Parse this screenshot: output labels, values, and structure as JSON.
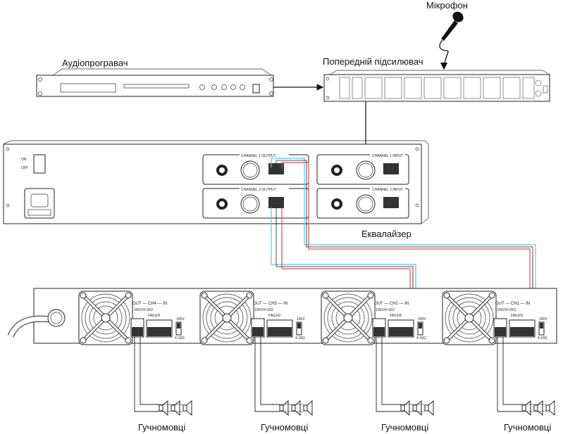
{
  "labels": {
    "microphone": "Мікрофон",
    "audio_player": "Аудіопрогравач",
    "preamplifier": "Попередній підсилювач",
    "equalizer": "Еквалайзер",
    "speakers": [
      "Гучномовці",
      "Гучномовці",
      "Гучномовці",
      "Гучномовці"
    ]
  },
  "equalizer_panel": {
    "on": "ON",
    "off": "OFF",
    "ch1_output": "CHANNEL 1 OUTPUT",
    "ch2_output": "CHANNEL 2 OUTPUT",
    "ch1_input": "CHANNEL 1 INPUT",
    "ch2_input": "CHANNEL 2 INPUT"
  },
  "amplifier_channels": [
    {
      "title": "OUT — CH4 — IN",
      "rating": "100V/4-16Ω",
      "failed": "FAILED",
      "switch_top": "100V",
      "switch_bottom": "4-16Ω"
    },
    {
      "title": "OUT — CH3 — IN",
      "rating": "100V/4-16Ω",
      "failed": "FAILED",
      "switch_top": "100V",
      "switch_bottom": "4-16Ω"
    },
    {
      "title": "OUT — CH2 — IN",
      "rating": "100V/4-16Ω",
      "failed": "FAILED",
      "switch_top": "100V",
      "switch_bottom": "4-16Ω"
    },
    {
      "title": "OUT — CH1 — IN",
      "rating": "100V/4-16Ω",
      "failed": "FAILED",
      "switch_top": "100V",
      "switch_bottom": "4-16Ω"
    }
  ],
  "colors": {
    "cable_cyan": "#5bc8e6",
    "cable_red": "#e0505a",
    "outline": "#222222"
  }
}
